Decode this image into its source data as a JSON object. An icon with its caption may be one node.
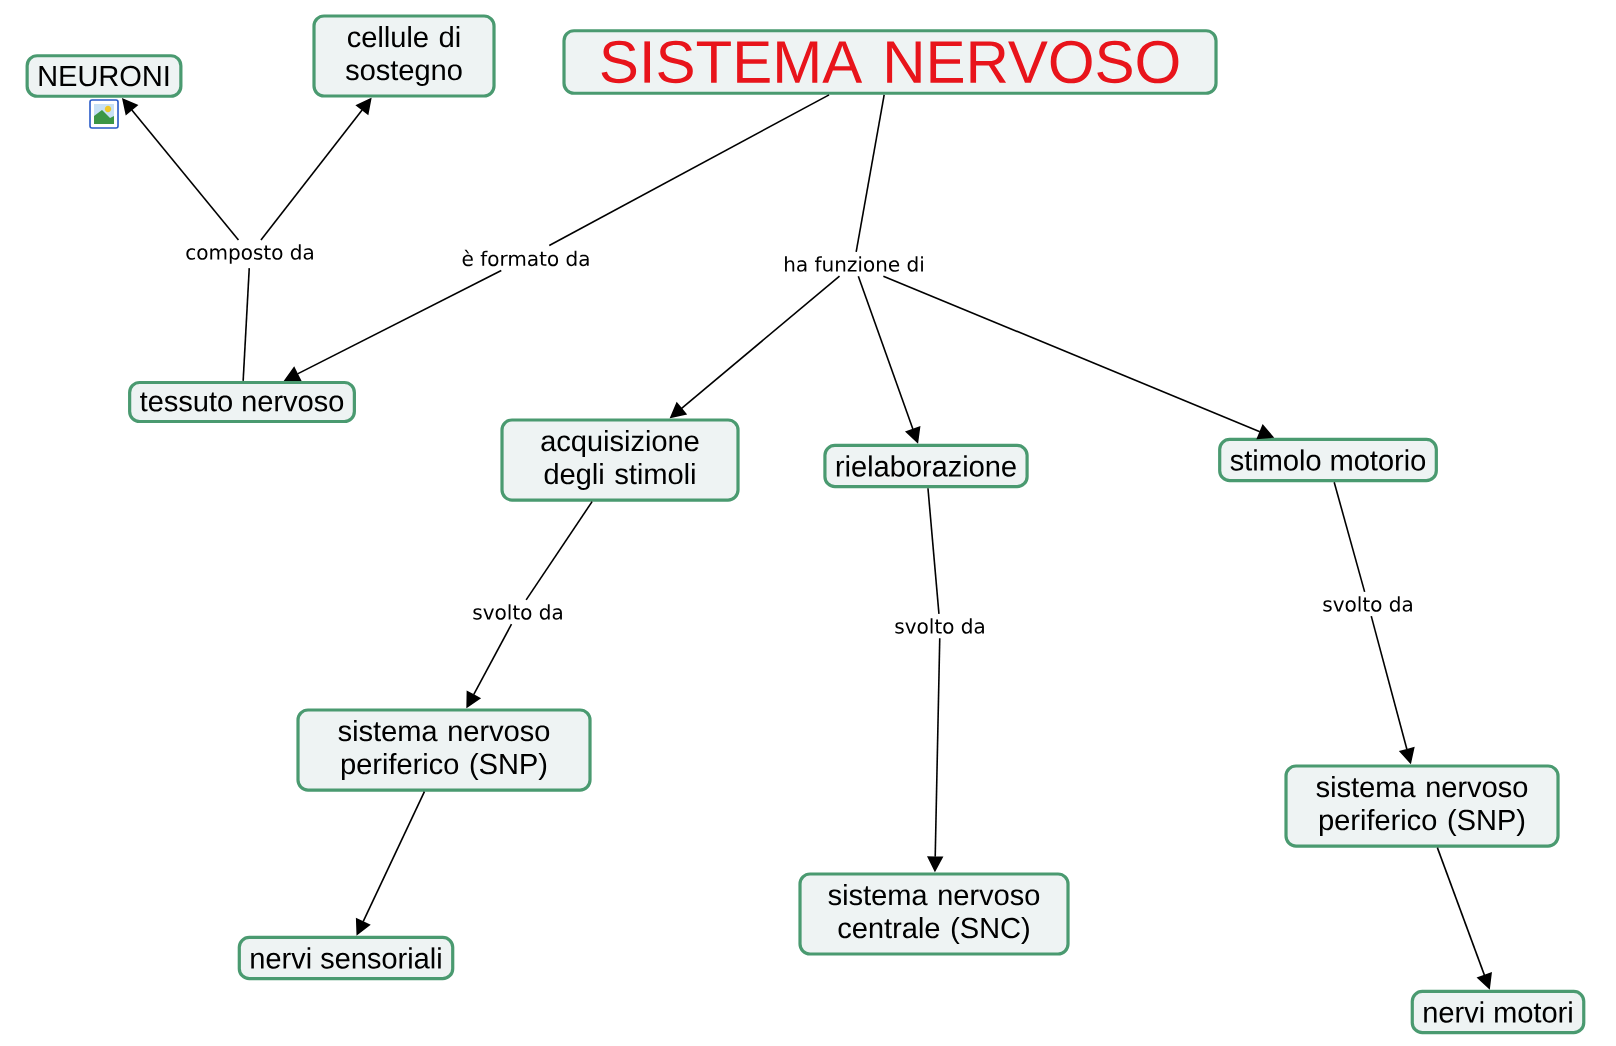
{
  "diagram": {
    "nodes": [
      {
        "text": [
          "SISTEMA NERVOSO"
        ]
      },
      {
        "text": [
          "NEURONI"
        ]
      },
      {
        "text": [
          "cellule di sostegno"
        ]
      },
      {
        "text": [
          "composto da"
        ]
      },
      {
        "text": [
          "è formato da"
        ]
      },
      {
        "text": [
          "ha funzione di"
        ]
      },
      {
        "text": [
          "tessuto nervoso"
        ]
      },
      {
        "text": [
          "acquisizione degli stimoli"
        ]
      },
      {
        "text": [
          "rielaborazione"
        ]
      },
      {
        "text": [
          "stimolo motorio"
        ]
      },
      {
        "text": [
          "svolto da"
        ]
      },
      {
        "text": [
          "svolto da"
        ]
      },
      {
        "text": [
          "svolto da"
        ]
      },
      {
        "text": [
          "sistema nervoso periferico (SNP)"
        ]
      },
      {
        "text": [
          "sistema nervoso centrale (SNC)"
        ]
      },
      {
        "text": [
          "sistema nervoso periferico (SNP)"
        ]
      },
      {
        "text": [
          "nervi sensoriali"
        ]
      },
      {
        "text": [
          "nervi motori"
        ]
      }
    ],
    "edges": [
      {
        "from": 6,
        "to": 3,
        "arrow": "none"
      },
      {
        "from": 3,
        "to": 1,
        "arrow": "to"
      },
      {
        "from": 3,
        "to": 2,
        "arrow": "to"
      },
      {
        "from": 0,
        "to": 4,
        "arrow": "none"
      },
      {
        "from": 4,
        "to": 6,
        "arrow": "to"
      },
      {
        "from": 0,
        "to": 5,
        "arrow": "none"
      },
      {
        "from": 5,
        "to": 7,
        "arrow": "to"
      },
      {
        "from": 5,
        "to": 8,
        "arrow": "to"
      },
      {
        "from": 5,
        "to": 9,
        "arrow": "to"
      },
      {
        "from": 7,
        "to": 10,
        "arrow": "none"
      },
      {
        "from": 10,
        "to": 13,
        "arrow": "to"
      },
      {
        "from": 8,
        "to": 11,
        "arrow": "none"
      },
      {
        "from": 11,
        "to": 14,
        "arrow": "to"
      },
      {
        "from": 9,
        "to": 12,
        "arrow": "none"
      },
      {
        "from": 12,
        "to": 15,
        "arrow": "to"
      },
      {
        "from": 13,
        "to": 16,
        "arrow": "to"
      },
      {
        "from": 15,
        "to": 17,
        "arrow": "to"
      }
    ]
  }
}
